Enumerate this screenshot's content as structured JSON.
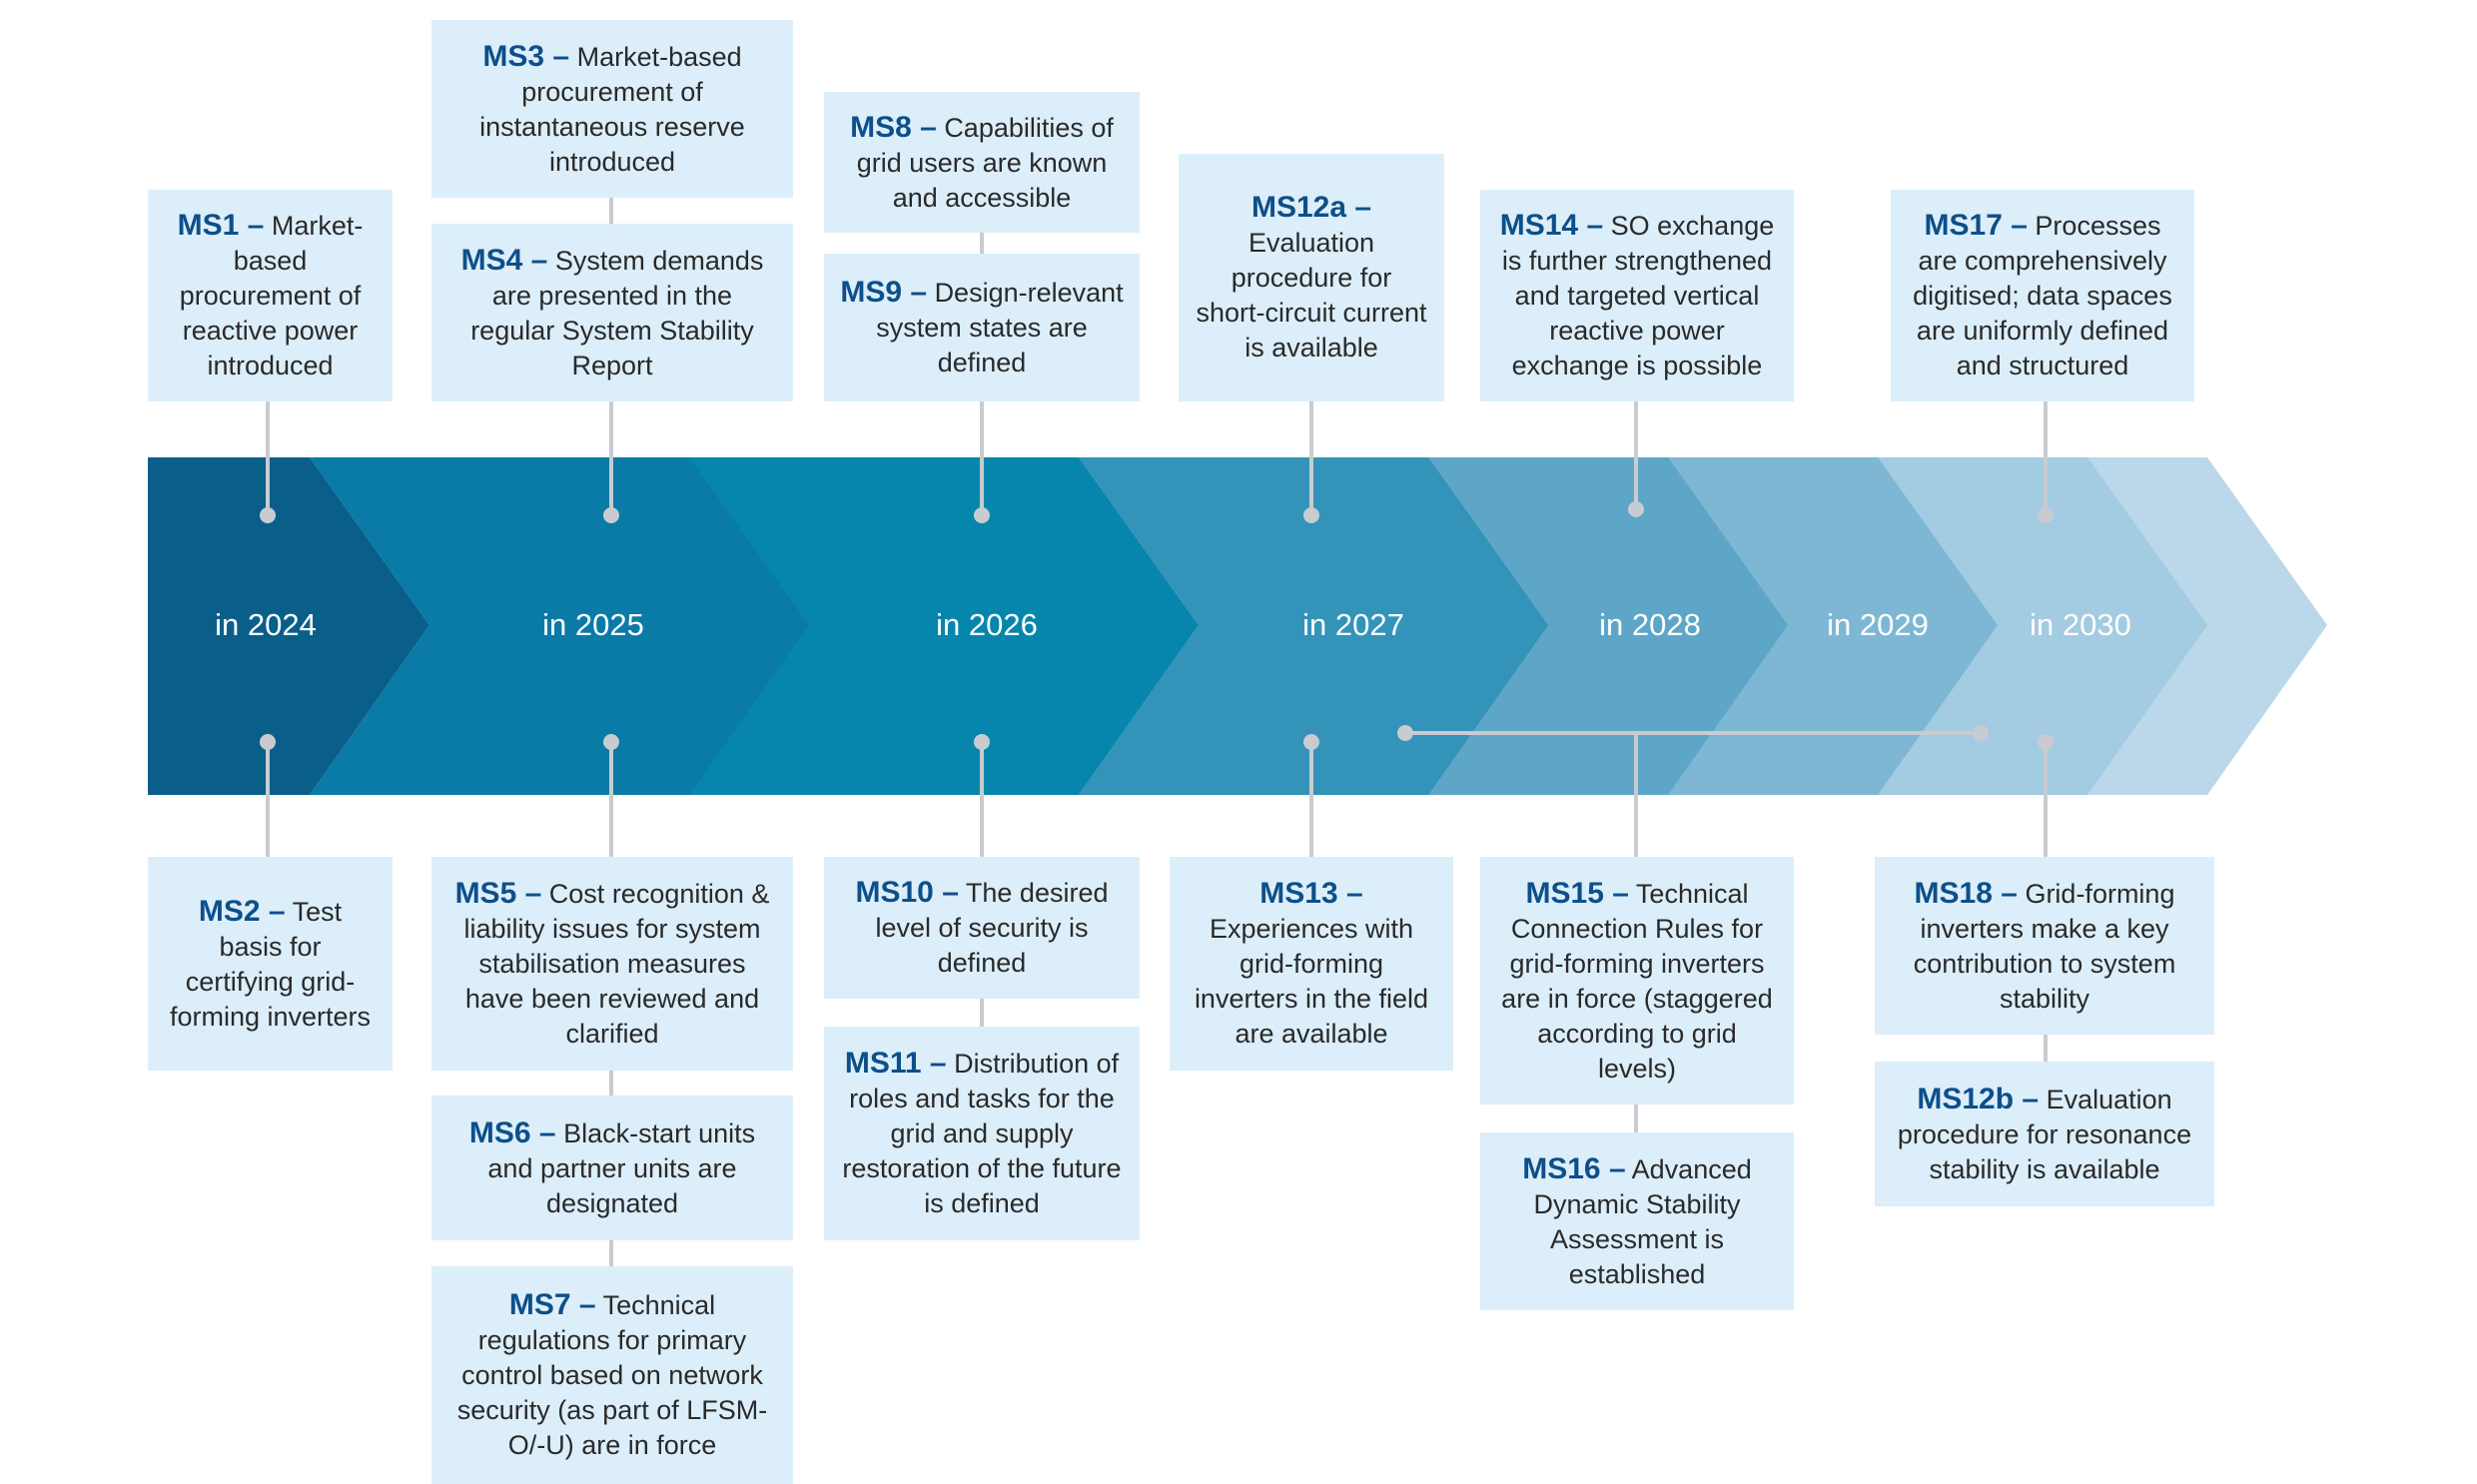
{
  "colors": {
    "box_fill": "#dceef9",
    "code_text": "#0d4f8a",
    "connector": "#c8ccd0",
    "chevrons": [
      "#0a5f8a",
      "#0a7aa6",
      "#0786ad",
      "#3393b9",
      "#5ea6c8",
      "#7eb7d4",
      "#a3cbe1",
      "#bad8ea"
    ]
  },
  "years": [
    "in 2024",
    "in 2025",
    "in 2026",
    "in 2027",
    "in 2028",
    "in 2029",
    "in 2030"
  ],
  "milestones": {
    "ms1": {
      "code": "MS1 –",
      "text": "Market-based procurement of reactive power introduced"
    },
    "ms2": {
      "code": "MS2 –",
      "text": "Test basis for certifying grid-forming inverters"
    },
    "ms3": {
      "code": "MS3 –",
      "text": "Market-based procurement of instantaneous reserve introduced"
    },
    "ms4": {
      "code": "MS4 –",
      "text": "System demands are presented in the regular System Stability Report"
    },
    "ms5": {
      "code": "MS5 –",
      "text": "Cost recognition & liability issues for system stabilisation measures have been reviewed and clarified"
    },
    "ms6": {
      "code": "MS6 –",
      "text": "Black-start units and partner units are designated"
    },
    "ms7": {
      "code": "MS7 –",
      "text": "Technical regulations for primary control based on network security (as part of LFSM-O/-U) are in force"
    },
    "ms8": {
      "code": "MS8 –",
      "text": "Capabilities of grid users are known and accessible"
    },
    "ms9": {
      "code": "MS9 –",
      "text": "Design-relevant system states are defined"
    },
    "ms10": {
      "code": "MS10 –",
      "text": "The desired level of security is defined"
    },
    "ms11": {
      "code": "MS11 –",
      "text": "Distribution of roles and tasks for the grid and supply restoration of the future is defined"
    },
    "ms12a": {
      "code": "MS12a –",
      "text": "Evaluation procedure for short-circuit current is available"
    },
    "ms13": {
      "code": "MS13 –",
      "text": "Experiences with grid-forming inverters in the field are available"
    },
    "ms14": {
      "code": "MS14 –",
      "text": "SO exchange is further strengthened and targeted vertical reactive power exchange is possible"
    },
    "ms15": {
      "code": "MS15 –",
      "text": "Technical Connection Rules for grid-forming inverters are in force (staggered according to grid levels)"
    },
    "ms16": {
      "code": "MS16 –",
      "text": "Advanced Dynamic Stability Assessment is established"
    },
    "ms17": {
      "code": "MS17 –",
      "text": "Processes are comprehensively digitised; data spaces are uniformly defined and structured"
    },
    "ms18": {
      "code": "MS18 –",
      "text": "Grid-forming inverters make a key contribution to system stability"
    },
    "ms12b": {
      "code": "MS12b –",
      "text": "Evaluation procedure for resonance stability is available"
    }
  }
}
